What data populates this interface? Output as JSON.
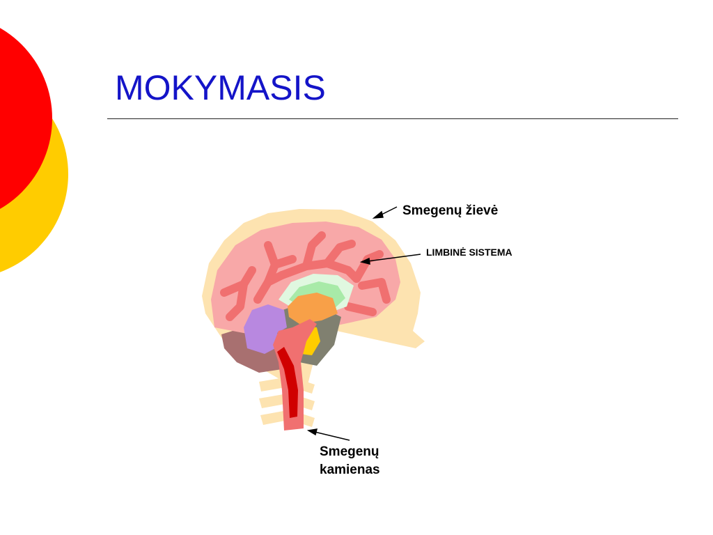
{
  "slide": {
    "title": "MOKYMASIS"
  },
  "diagram": {
    "labels": {
      "cortex": "Smegenų žievė",
      "limbic_system": "LIMBINĖ SISTEMA",
      "brainstem_line1": "Smegenų",
      "brainstem_line2": "kamienas"
    }
  },
  "colors": {
    "title": "#1414c8",
    "decor_red": "#ff0000",
    "decor_yellow": "#ffcc00",
    "head_outline": "#fde3b0",
    "cortex": "#f8a8a8",
    "cortex_folds": "#f07070",
    "limbic_green": "#a8eaa8",
    "limbic_light": "#e0f8e0",
    "orange_region": "#f8a048",
    "purple_region": "#b888e0",
    "yellow_region": "#ffcc00",
    "gray_region": "#808070",
    "cerebellum": "#a87070",
    "brainstem": "#f07070",
    "brainstem_core": "#d00000"
  }
}
